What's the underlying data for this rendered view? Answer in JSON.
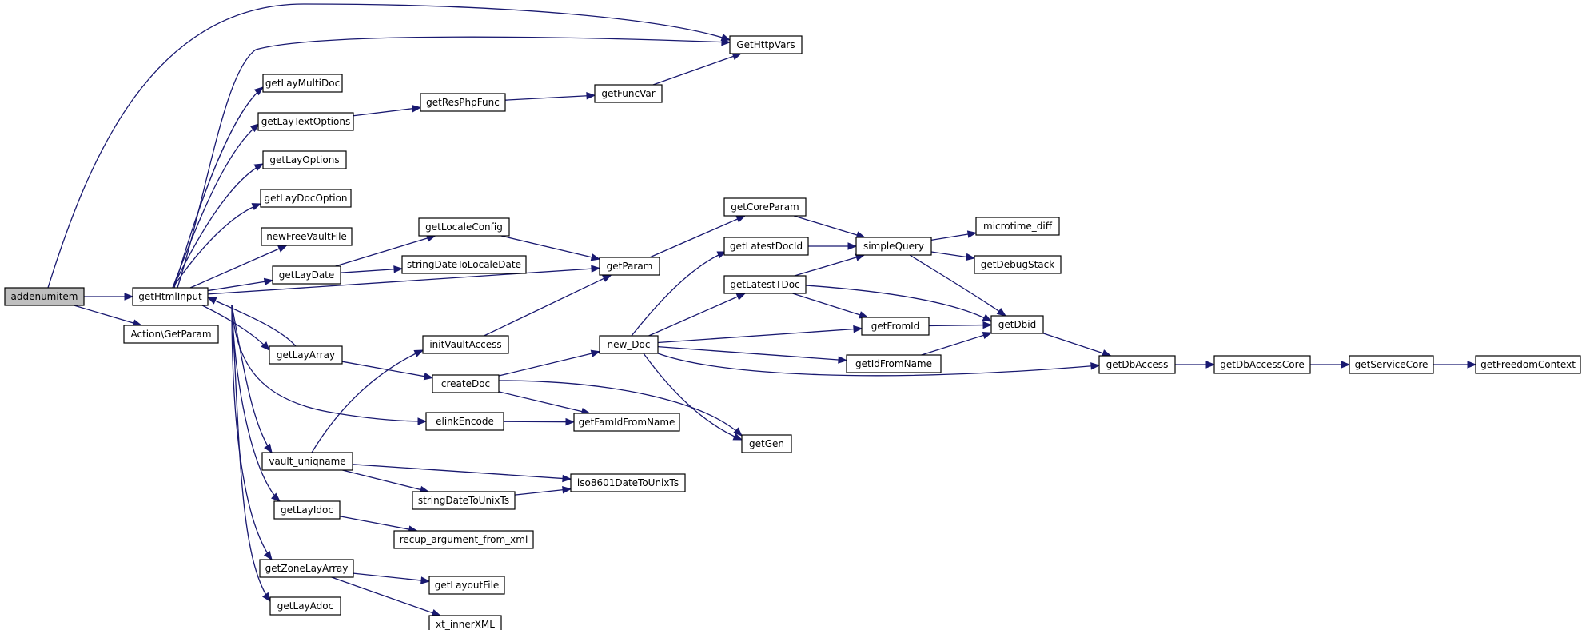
{
  "graph": {
    "root": "addenumitem",
    "colors": {
      "edge": "#191970",
      "node_border": "#000000",
      "root_fill": "#bfbfbf",
      "node_fill": "#ffffff"
    },
    "nodes": [
      {
        "id": "addenumitem",
        "label": "addenumitem"
      },
      {
        "id": "getHtmlInput",
        "label": "getHtmlInput"
      },
      {
        "id": "ActionGetParam",
        "label": "Action\\GetParam"
      },
      {
        "id": "GetHttpVars",
        "label": "GetHttpVars"
      },
      {
        "id": "getLayMultiDoc",
        "label": "getLayMultiDoc"
      },
      {
        "id": "getLayTextOptions",
        "label": "getLayTextOptions"
      },
      {
        "id": "getLayOptions",
        "label": "getLayOptions"
      },
      {
        "id": "getLayDocOption",
        "label": "getLayDocOption"
      },
      {
        "id": "newFreeVaultFile",
        "label": "newFreeVaultFile"
      },
      {
        "id": "getLayDate",
        "label": "getLayDate"
      },
      {
        "id": "getLayArray",
        "label": "getLayArray"
      },
      {
        "id": "vault_uniqname",
        "label": "vault_uniqname"
      },
      {
        "id": "getLayIdoc",
        "label": "getLayIdoc"
      },
      {
        "id": "getZoneLayArray",
        "label": "getZoneLayArray"
      },
      {
        "id": "getLayAdoc",
        "label": "getLayAdoc"
      },
      {
        "id": "getResPhpFunc",
        "label": "getResPhpFunc"
      },
      {
        "id": "getFuncVar",
        "label": "getFuncVar"
      },
      {
        "id": "getLocaleConfig",
        "label": "getLocaleConfig"
      },
      {
        "id": "stringDateToLocaleDate",
        "label": "stringDateToLocaleDate"
      },
      {
        "id": "getParam",
        "label": "getParam"
      },
      {
        "id": "initVaultAccess",
        "label": "initVaultAccess"
      },
      {
        "id": "createDoc",
        "label": "createDoc"
      },
      {
        "id": "elinkEncode",
        "label": "elinkEncode"
      },
      {
        "id": "getFamIdFromName",
        "label": "getFamIdFromName"
      },
      {
        "id": "stringDateToUnixTs",
        "label": "stringDateToUnixTs"
      },
      {
        "id": "iso8601DateToUnixTs",
        "label": "iso8601DateToUnixTs"
      },
      {
        "id": "recup_argument_from_xml",
        "label": "recup_argument_from_xml"
      },
      {
        "id": "getLayoutFile",
        "label": "getLayoutFile"
      },
      {
        "id": "xt_innerXML",
        "label": "xt_innerXML"
      },
      {
        "id": "new_Doc",
        "label": "new_Doc"
      },
      {
        "id": "getCoreParam",
        "label": "getCoreParam"
      },
      {
        "id": "getLatestDocId",
        "label": "getLatestDocId"
      },
      {
        "id": "getLatestTDoc",
        "label": "getLatestTDoc"
      },
      {
        "id": "getGen",
        "label": "getGen"
      },
      {
        "id": "simpleQuery",
        "label": "simpleQuery"
      },
      {
        "id": "getFromId",
        "label": "getFromId"
      },
      {
        "id": "getIdFromName",
        "label": "getIdFromName"
      },
      {
        "id": "microtime_diff",
        "label": "microtime_diff"
      },
      {
        "id": "getDebugStack",
        "label": "getDebugStack"
      },
      {
        "id": "getDbid",
        "label": "getDbid"
      },
      {
        "id": "getDbAccess",
        "label": "getDbAccess"
      },
      {
        "id": "getDbAccessCore",
        "label": "getDbAccessCore"
      },
      {
        "id": "getServiceCore",
        "label": "getServiceCore"
      },
      {
        "id": "getFreedomContext",
        "label": "getFreedomContext"
      }
    ],
    "edges": [
      [
        "addenumitem",
        "GetHttpVars"
      ],
      [
        "addenumitem",
        "getHtmlInput"
      ],
      [
        "addenumitem",
        "ActionGetParam"
      ],
      [
        "getHtmlInput",
        "GetHttpVars"
      ],
      [
        "getHtmlInput",
        "getLayMultiDoc"
      ],
      [
        "getHtmlInput",
        "getLayTextOptions"
      ],
      [
        "getHtmlInput",
        "getLayOptions"
      ],
      [
        "getHtmlInput",
        "getLayDocOption"
      ],
      [
        "getHtmlInput",
        "newFreeVaultFile"
      ],
      [
        "getHtmlInput",
        "getLayDate"
      ],
      [
        "getHtmlInput",
        "getParam"
      ],
      [
        "getHtmlInput",
        "getLayArray"
      ],
      [
        "getHtmlInput",
        "elinkEncode"
      ],
      [
        "getHtmlInput",
        "vault_uniqname"
      ],
      [
        "getHtmlInput",
        "getLayIdoc"
      ],
      [
        "getHtmlInput",
        "getZoneLayArray"
      ],
      [
        "getHtmlInput",
        "getLayAdoc"
      ],
      [
        "getLayArray",
        "getHtmlInput"
      ],
      [
        "getLayArray",
        "createDoc"
      ],
      [
        "getLayTextOptions",
        "getResPhpFunc"
      ],
      [
        "getResPhpFunc",
        "getFuncVar"
      ],
      [
        "getFuncVar",
        "GetHttpVars"
      ],
      [
        "getLayDate",
        "getLocaleConfig"
      ],
      [
        "getLayDate",
        "stringDateToLocaleDate"
      ],
      [
        "getLocaleConfig",
        "getParam"
      ],
      [
        "getParam",
        "getCoreParam"
      ],
      [
        "vault_uniqname",
        "initVaultAccess"
      ],
      [
        "vault_uniqname",
        "stringDateToUnixTs"
      ],
      [
        "vault_uniqname",
        "iso8601DateToUnixTs"
      ],
      [
        "initVaultAccess",
        "getParam"
      ],
      [
        "createDoc",
        "new_Doc"
      ],
      [
        "createDoc",
        "getFamIdFromName"
      ],
      [
        "createDoc",
        "getGen"
      ],
      [
        "elinkEncode",
        "getFamIdFromName"
      ],
      [
        "stringDateToUnixTs",
        "iso8601DateToUnixTs"
      ],
      [
        "getLayIdoc",
        "recup_argument_from_xml"
      ],
      [
        "getZoneLayArray",
        "getLayoutFile"
      ],
      [
        "getZoneLayArray",
        "xt_innerXML"
      ],
      [
        "new_Doc",
        "getLatestDocId"
      ],
      [
        "new_Doc",
        "getLatestTDoc"
      ],
      [
        "new_Doc",
        "getFromId"
      ],
      [
        "new_Doc",
        "getIdFromName"
      ],
      [
        "new_Doc",
        "getDbAccess"
      ],
      [
        "new_Doc",
        "getGen"
      ],
      [
        "getCoreParam",
        "simpleQuery"
      ],
      [
        "getLatestDocId",
        "simpleQuery"
      ],
      [
        "getLatestTDoc",
        "simpleQuery"
      ],
      [
        "getLatestTDoc",
        "getFromId"
      ],
      [
        "getLatestTDoc",
        "getDbid"
      ],
      [
        "simpleQuery",
        "microtime_diff"
      ],
      [
        "simpleQuery",
        "getDebugStack"
      ],
      [
        "simpleQuery",
        "getDbid"
      ],
      [
        "getFromId",
        "getDbid"
      ],
      [
        "getIdFromName",
        "getDbid"
      ],
      [
        "getDbid",
        "getDbAccess"
      ],
      [
        "getDbAccess",
        "getDbAccessCore"
      ],
      [
        "getDbAccessCore",
        "getServiceCore"
      ],
      [
        "getServiceCore",
        "getFreedomContext"
      ]
    ]
  }
}
